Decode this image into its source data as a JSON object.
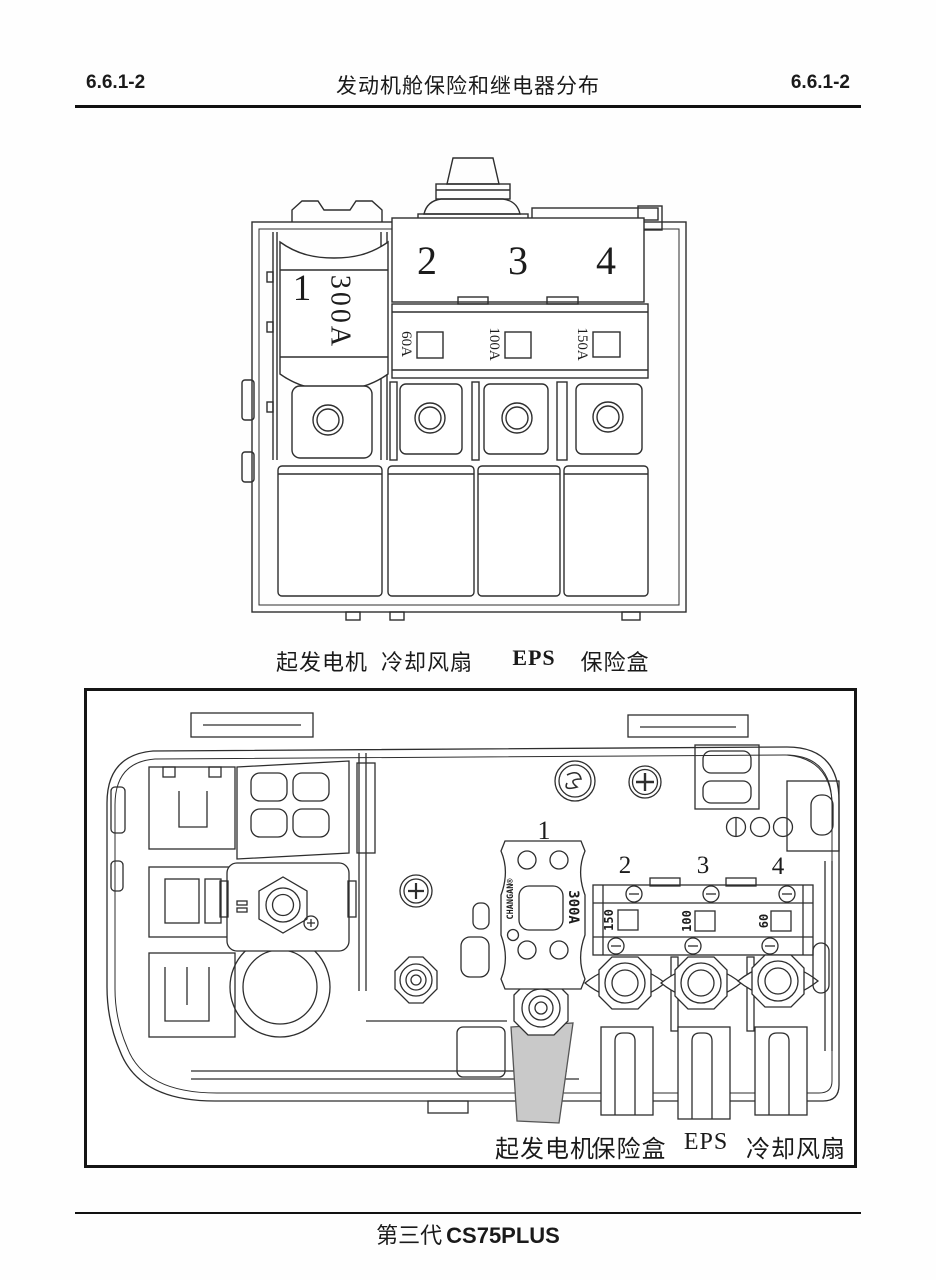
{
  "header": {
    "left_code": "6.6.1-2",
    "title": "发动机舱保险和继电器分布",
    "right_code": "6.6.1-2"
  },
  "schematic": {
    "fuse_main": {
      "number": "1",
      "rating": "300A"
    },
    "slots": [
      {
        "number": "2",
        "rating": "60A"
      },
      {
        "number": "3",
        "rating": "100A"
      },
      {
        "number": "4",
        "rating": "150A"
      }
    ],
    "labels": [
      "起发电机",
      "冷却风扇",
      "EPS",
      "保险盒"
    ]
  },
  "photo_view": {
    "fuse_main": {
      "number": "1",
      "rating": "300A",
      "brand": "CHANGAN®"
    },
    "slots": [
      {
        "number": "2",
        "rating": "150"
      },
      {
        "number": "3",
        "rating": "100"
      },
      {
        "number": "4",
        "rating": "60"
      }
    ],
    "labels": [
      "起发电机",
      "保险盒",
      "EPS",
      "冷却风扇"
    ]
  },
  "footer": {
    "series": "第三代",
    "model": "CS75PLUS"
  }
}
